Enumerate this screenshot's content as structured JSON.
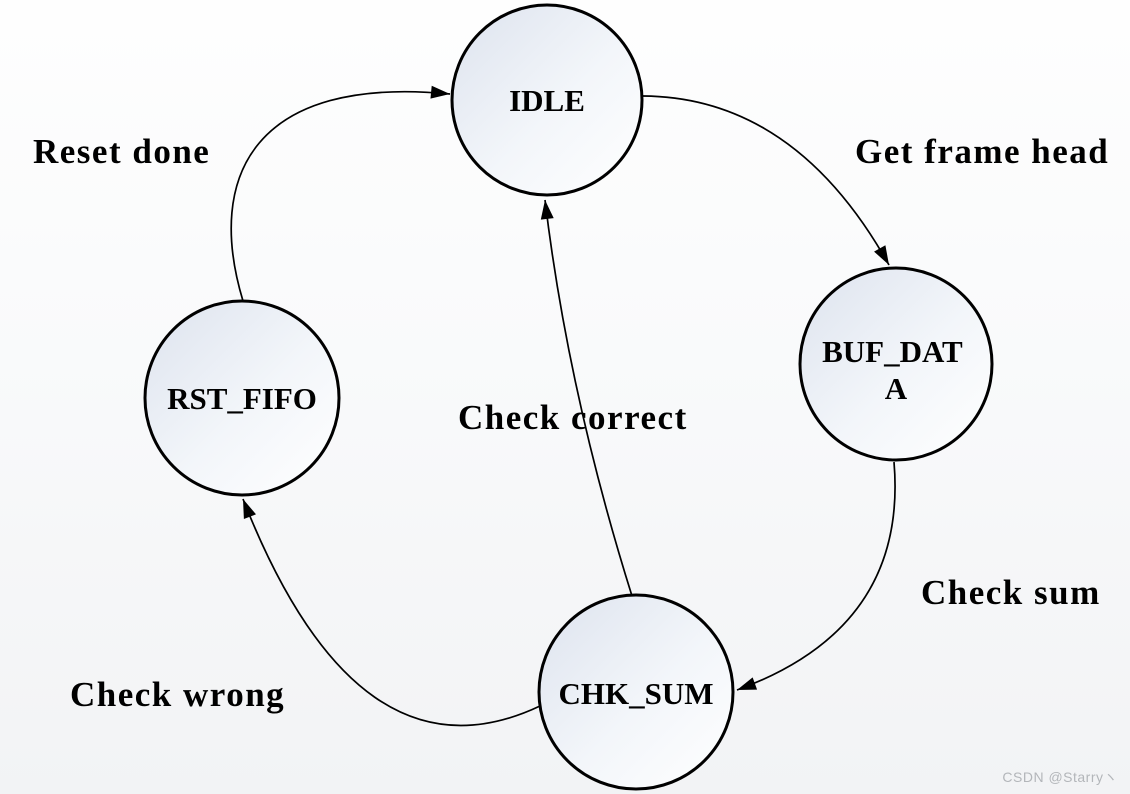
{
  "diagram": {
    "type": "state-machine",
    "states": [
      {
        "id": "IDLE",
        "label": "IDLE",
        "lines": [
          "IDLE"
        ]
      },
      {
        "id": "BUF_DATA",
        "label": "BUF_DATA",
        "lines": [
          "BUF_DAT",
          "A"
        ]
      },
      {
        "id": "RST_FIFO",
        "label": "RST_FIFO",
        "lines": [
          "RST_FIFO"
        ]
      },
      {
        "id": "CHK_SUM",
        "label": "CHK_SUM",
        "lines": [
          "CHK_SUM"
        ]
      }
    ],
    "transitions": [
      {
        "from": "IDLE",
        "to": "BUF_DATA",
        "label": "Get frame head"
      },
      {
        "from": "BUF_DATA",
        "to": "CHK_SUM",
        "label": "Check sum"
      },
      {
        "from": "CHK_SUM",
        "to": "RST_FIFO",
        "label": "Check wrong"
      },
      {
        "from": "CHK_SUM",
        "to": "IDLE",
        "label": "Check correct"
      },
      {
        "from": "RST_FIFO",
        "to": "IDLE",
        "label": "Reset done"
      }
    ]
  },
  "watermark": {
    "text": "CSDN @Starryヽ"
  },
  "colors": {
    "node_stroke": "#000000",
    "node_fill_top_left": "#dfe5f0",
    "node_fill_bottom_right": "#ffffff",
    "edge_color": "#000000",
    "label_color": "#000000",
    "watermark_color": "#b3b6ba",
    "background_top": "#fefefe",
    "background_bottom": "#f2f3f5"
  }
}
